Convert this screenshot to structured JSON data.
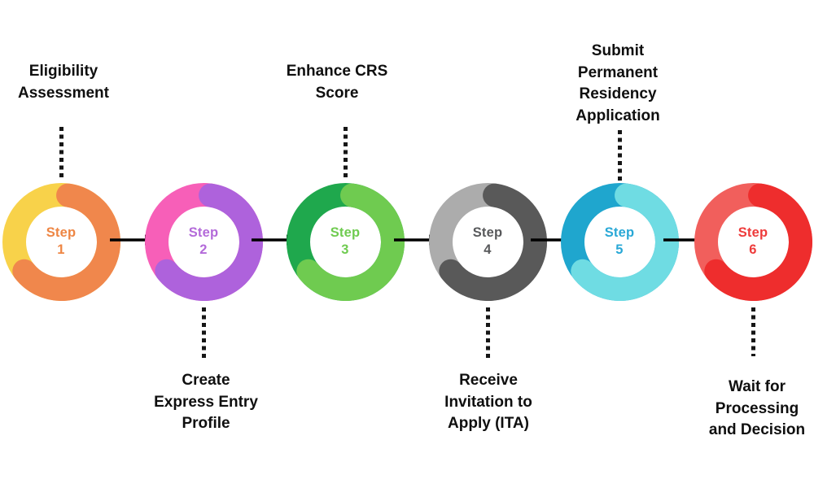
{
  "diagram": {
    "background": "#FFFFFF",
    "arrow_color": "#000000",
    "connector_color": "#161616",
    "label_color": "#0F0F0F"
  },
  "steps": [
    {
      "step_word": "Step",
      "step_number": "1",
      "label_lines": [
        "Eligibility",
        "Assessment"
      ],
      "label_position": "top",
      "colors": {
        "main": "#F0874C",
        "secondary": "#F8D24A",
        "step_text": "#EE8644"
      }
    },
    {
      "step_word": "Step",
      "step_number": "2",
      "label_lines": [
        "Create",
        "Express Entry",
        "Profile"
      ],
      "label_position": "bottom",
      "colors": {
        "main": "#AE62DC",
        "secondary": "#F75FB8",
        "step_text": "#B36AD9"
      }
    },
    {
      "step_word": "Step",
      "step_number": "3",
      "label_lines": [
        "Enhance CRS",
        "Score"
      ],
      "label_position": "top",
      "colors": {
        "main": "#6FCB50",
        "secondary": "#1FA84D",
        "step_text": "#6FCB50"
      }
    },
    {
      "step_word": "Step",
      "step_number": "4",
      "label_lines": [
        "Receive",
        "Invitation to",
        "Apply (ITA)"
      ],
      "label_position": "bottom",
      "colors": {
        "main": "#595959",
        "secondary": "#ACACAC",
        "step_text": "#58595B"
      }
    },
    {
      "step_word": "Step",
      "step_number": "5",
      "label_lines": [
        "Submit",
        "Permanent",
        "Residency",
        "Application"
      ],
      "label_position": "top",
      "colors": {
        "main": "#6FDCE3",
        "secondary": "#1FA6CE",
        "step_text": "#29A8D6"
      }
    },
    {
      "step_word": "Step",
      "step_number": "6",
      "label_lines": [
        "Wait for",
        "Processing",
        "and Decision"
      ],
      "label_position": "bottom",
      "colors": {
        "main": "#EE2D2D",
        "secondary": "#F15F5C",
        "step_text": "#EE3B3B"
      }
    }
  ]
}
